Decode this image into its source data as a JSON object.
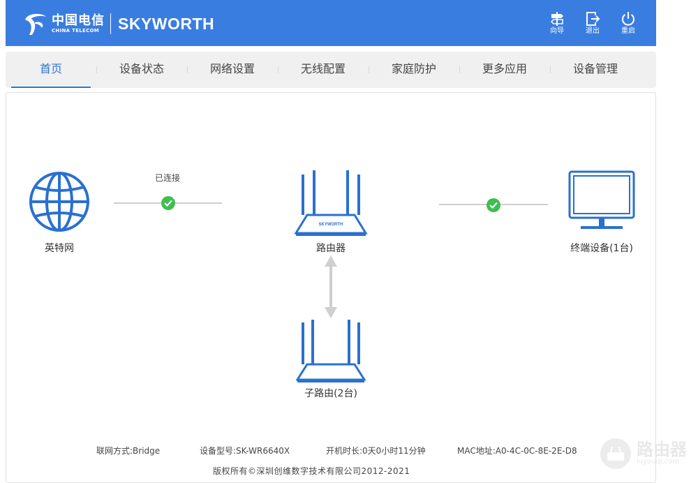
{
  "header": {
    "brand_cn": "中国电信",
    "brand_en": "CHINA TELECOM",
    "brand_partner": "SKYWORTH",
    "buttons": {
      "wizard": "向导",
      "logout": "退出",
      "reboot": "重启"
    }
  },
  "nav": {
    "tabs": [
      "首页",
      "设备状态",
      "网络设置",
      "无线配置",
      "家庭防护",
      "更多应用",
      "设备管理"
    ],
    "active_index": 0
  },
  "topology": {
    "internet_label": "英特网",
    "wan_status": "已连接",
    "router_label": "路由器",
    "router_brand": "SKYWORTH",
    "terminal_label": "终端设备(1台)",
    "subrouter_label": "子路由(2台)"
  },
  "footer": {
    "connection": "联网方式:Bridge",
    "model": "设备型号:SK-WR6640X",
    "uptime": "开机时长:0天0小时11分钟",
    "mac": "MAC地址:A0-4C-0C-8E-2E-D8",
    "copyright": "版权所有©深圳创维数字技术有限公司2012-2021"
  },
  "watermark": {
    "title": "路由器",
    "subtitle": "luyouqi.com"
  },
  "colors": {
    "header": "#3a7de0",
    "accent": "#2d74d6",
    "ok": "#3fbf4f",
    "device": "#2a70d0"
  }
}
